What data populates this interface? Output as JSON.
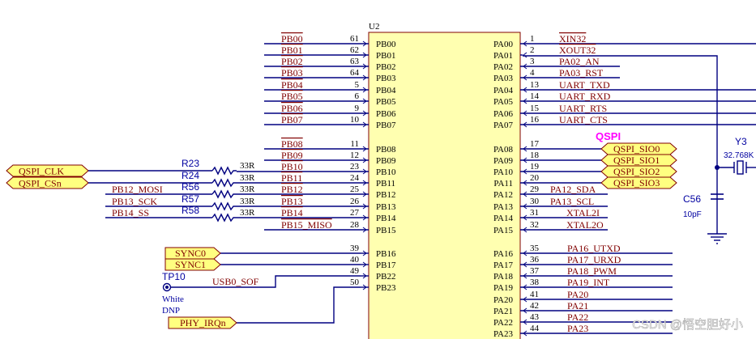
{
  "ic": {
    "ref": "U2",
    "left_pins": [
      {
        "net": "PB00",
        "num": "61",
        "name": "PB00"
      },
      {
        "net": "PB01",
        "num": "62",
        "name": "PB01"
      },
      {
        "net": "PB02",
        "num": "63",
        "name": "PB02"
      },
      {
        "net": "PB03",
        "num": "64",
        "name": "PB03"
      },
      {
        "net": "PB04",
        "num": "5",
        "name": "PB04"
      },
      {
        "net": "PB05",
        "num": "6",
        "name": "PB05"
      },
      {
        "net": "PB06",
        "num": "9",
        "name": "PB06"
      },
      {
        "net": "PB07",
        "num": "10",
        "name": "PB07"
      },
      {
        "net": "PB08",
        "num": "11",
        "name": "PB08"
      },
      {
        "net": "PB09",
        "num": "12",
        "name": "PB09"
      },
      {
        "net": "PB10",
        "num": "23",
        "name": "PB10"
      },
      {
        "net": "PB11",
        "num": "24",
        "name": "PB11"
      },
      {
        "net": "PB12",
        "num": "25",
        "name": "PB12"
      },
      {
        "net": "PB13",
        "num": "26",
        "name": "PB13"
      },
      {
        "net": "PB14",
        "num": "27",
        "name": "PB14"
      },
      {
        "net": "PB15_MISO",
        "num": "28",
        "name": "PB15"
      },
      {
        "net": "",
        "num": "39",
        "name": "PB16"
      },
      {
        "net": "",
        "num": "40",
        "name": "PB17"
      },
      {
        "net": "",
        "num": "49",
        "name": "PB22"
      },
      {
        "net": "",
        "num": "50",
        "name": "PB23"
      }
    ],
    "right_pins": [
      {
        "name": "PA00",
        "num": "1",
        "net": "XIN32"
      },
      {
        "name": "PA01",
        "num": "2",
        "net": "XOUT32"
      },
      {
        "name": "PA02",
        "num": "3",
        "net": "PA02_AN"
      },
      {
        "name": "PA03",
        "num": "4",
        "net": "PA03_RST"
      },
      {
        "name": "PA04",
        "num": "13",
        "net": "UART_TXD"
      },
      {
        "name": "PA05",
        "num": "14",
        "net": "UART_RXD"
      },
      {
        "name": "PA06",
        "num": "15",
        "net": "UART_RTS"
      },
      {
        "name": "PA07",
        "num": "16",
        "net": "UART_CTS"
      },
      {
        "name": "PA08",
        "num": "17",
        "net": ""
      },
      {
        "name": "PA09",
        "num": "18",
        "net": ""
      },
      {
        "name": "PA10",
        "num": "19",
        "net": ""
      },
      {
        "name": "PA11",
        "num": "20",
        "net": ""
      },
      {
        "name": "PA12",
        "num": "29",
        "net": "PA12_SDA"
      },
      {
        "name": "PA13",
        "num": "30",
        "net": "PA13_SCL"
      },
      {
        "name": "PA14",
        "num": "31",
        "net": "XTAL2I"
      },
      {
        "name": "PA15",
        "num": "32",
        "net": "XTAL2O"
      },
      {
        "name": "PA16",
        "num": "35",
        "net": "PA16_UTXD"
      },
      {
        "name": "PA17",
        "num": "36",
        "net": "PA17_URXD"
      },
      {
        "name": "PA18",
        "num": "37",
        "net": "PA18_PWM"
      },
      {
        "name": "PA19",
        "num": "38",
        "net": "PA19_INT"
      },
      {
        "name": "PA20",
        "num": "41",
        "net": "PA20"
      },
      {
        "name": "PA21",
        "num": "42",
        "net": "PA21"
      },
      {
        "name": "PA22",
        "num": "43",
        "net": "PA22"
      },
      {
        "name": "PA23",
        "num": "44",
        "net": "PA23"
      }
    ]
  },
  "qspi": {
    "title": "QSPI",
    "ports": [
      "QSPI_SIO0",
      "QSPI_SIO1",
      "QSPI_SIO2",
      "QSPI_SIO3"
    ]
  },
  "left_ports": {
    "qspi_clk": "QSPI_CLK",
    "qspi_csn": "QSPI_CSn",
    "sync0": "SYNC0",
    "sync1": "SYNC1",
    "phy_irq": "PHY_IRQn"
  },
  "resistors": [
    {
      "ref": "R23",
      "value": "33R",
      "net": ""
    },
    {
      "ref": "R24",
      "value": "33R",
      "net": ""
    },
    {
      "ref": "R56",
      "value": "33R",
      "net": "PB12_MOSI"
    },
    {
      "ref": "R57",
      "value": "33R",
      "net": "PB13_SCK"
    },
    {
      "ref": "R58",
      "value": "33R",
      "net": "PB14_SS"
    }
  ],
  "testpoint": {
    "ref": "TP10",
    "line1": "White",
    "line2": "DNP",
    "net": "USB0_SOF"
  },
  "crystal": {
    "ref": "Y3",
    "value": "32.768K"
  },
  "capacitor": {
    "ref": "C56",
    "value": "10pF"
  },
  "watermark": "CSDN @悟空胆好小",
  "colors": {
    "wire": "#000080",
    "net_label": "#800000",
    "ic_fill": "#ffffb0",
    "port_fill": "#ffff80",
    "blue_text": "#0000a0",
    "qspi_title": "#ff00ff"
  }
}
